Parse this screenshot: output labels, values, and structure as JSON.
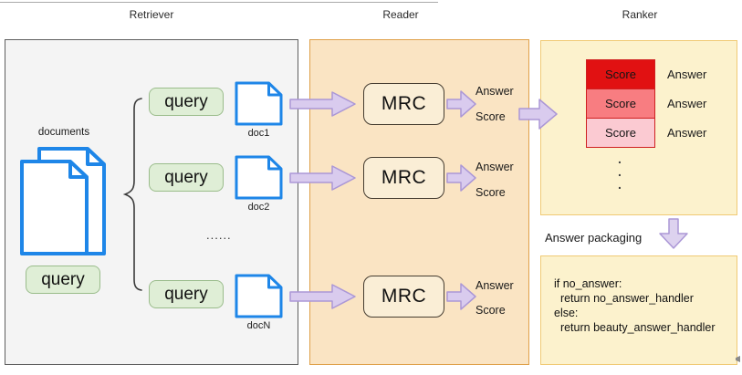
{
  "headers": {
    "retriever": "Retriever",
    "reader": "Reader",
    "ranker": "Ranker"
  },
  "retriever": {
    "documents_label": "documents",
    "standalone_query": "query",
    "ellipsis": "......",
    "pairs": [
      {
        "query": "query",
        "doc": "doc1"
      },
      {
        "query": "query",
        "doc": "doc2"
      },
      {
        "query": "query",
        "doc": "docN"
      }
    ]
  },
  "reader": {
    "units": [
      {
        "label": "MRC",
        "answer": "Answer",
        "score": "Score"
      },
      {
        "label": "MRC",
        "answer": "Answer",
        "score": "Score"
      },
      {
        "label": "MRC",
        "answer": "Answer",
        "score": "Score"
      }
    ]
  },
  "ranker": {
    "results": [
      {
        "score": "Score",
        "answer": "Answer"
      },
      {
        "score": "Score",
        "answer": "Answer"
      },
      {
        "score": "Score",
        "answer": "Answer"
      }
    ],
    "ellipsis_dot": ".",
    "packaging_label": "Answer packaging",
    "code_lines": [
      "if no_answer:",
      "  return no_answer_handler",
      "else:",
      "  return beauty_answer_handler"
    ]
  },
  "colors": {
    "retriever_fill": "#f4f4f4",
    "reader_fill": "#fae4c3",
    "reader_border": "#dfa049",
    "ranker_fill": "#fcf2cd",
    "ranker_border": "#f0ca74",
    "query_fill": "#dfeed6",
    "query_border": "#9abc8b",
    "doc_blue": "#1e86e8",
    "mrc_fill": "#faeed6",
    "arrow_fill": "#d9cbee",
    "arrow_border": "#ab97d6",
    "score_high": "#e11112",
    "score_mid": "#f87d81",
    "score_low": "#fbcad2",
    "score_border": "#cf2020"
  }
}
